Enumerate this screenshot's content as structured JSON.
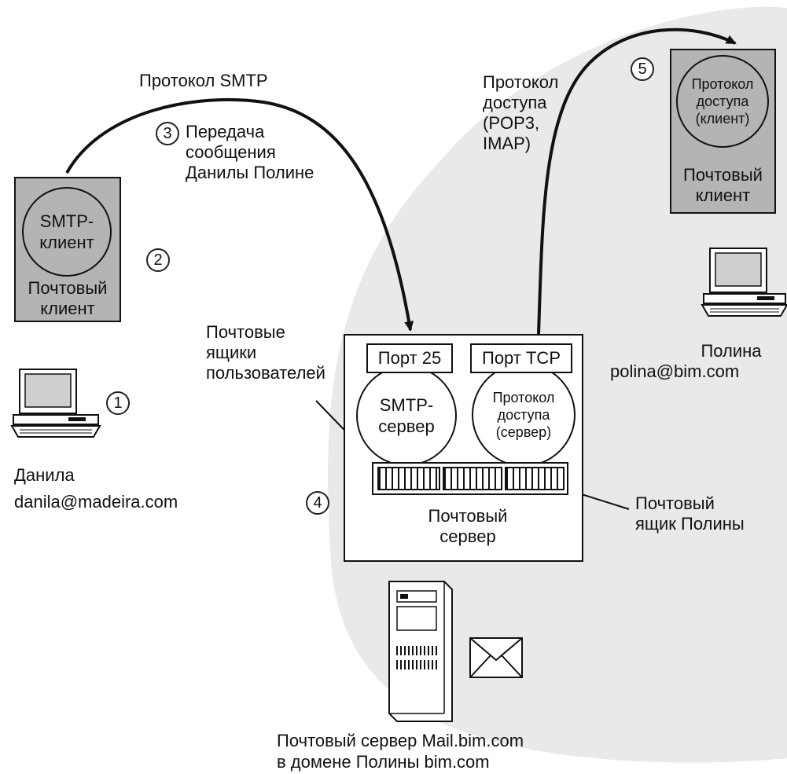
{
  "colors": {
    "domain_fill": "#e9e9e9",
    "client_box_fill": "#b4b4b4",
    "line": "#111111"
  },
  "labels": {
    "smtp_protocol": "Протокол SMTP",
    "transfer_message": "Передача\nсообщения\nДанилы Полине",
    "access_protocol": "Протокол\nдоступа\n(POP3,\nIMAP)",
    "user_mailboxes": "Почтовые\nящики\nпользователей",
    "polina_mailbox": "Почтовый\nящик Полины",
    "bottom_caption": "Почтовый сервер Mail.bim.com\nв домене Полины bim.com"
  },
  "steps": [
    "1",
    "2",
    "3",
    "4",
    "5"
  ],
  "sender": {
    "client_circle": "SMTP-\nклиент",
    "client_label": "Почтовый\nклиент",
    "name": "Данила",
    "email": "danila@madeira.com",
    "computer_icon": "computer-icon"
  },
  "recipient": {
    "client_circle": "Протокол\nдоступа\n(клиент)",
    "client_label": "Почтовый\nклиент",
    "name": "Полина",
    "email": "polina@bim.com",
    "computer_icon": "computer-icon"
  },
  "server": {
    "port_smtp": "Порт 25",
    "port_tcp": "Порт TCP",
    "smtp_server": "SMTP-\nсервер",
    "access_server": "Протокол\nдоступа\n(сервер)",
    "label": "Почтовый\nсервер",
    "tower_icon": "server-tower-icon",
    "envelope_icon": "envelope-icon"
  }
}
